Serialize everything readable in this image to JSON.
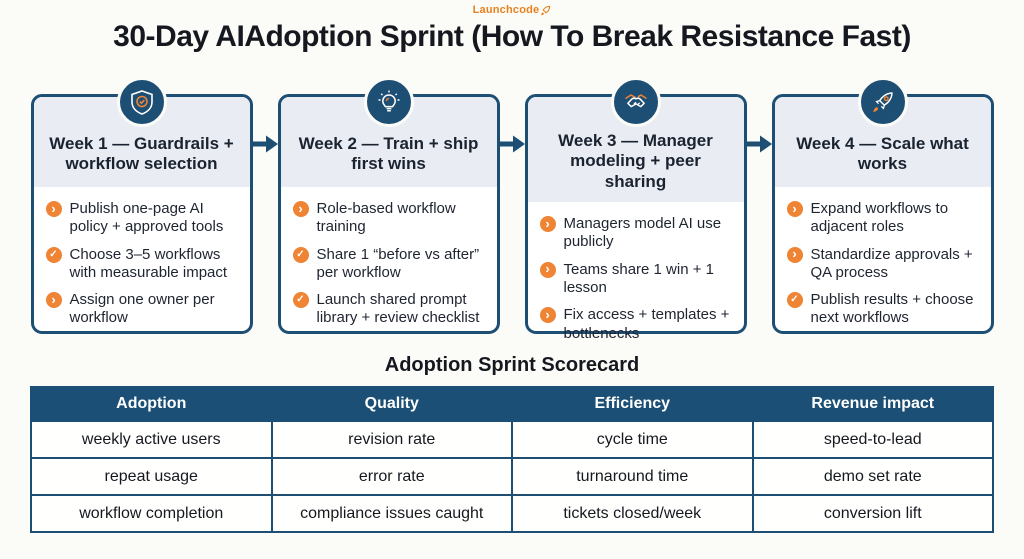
{
  "brand": {
    "logo_text": "Launchcode"
  },
  "title": "30-Day AIAdoption Sprint (How To Break Resistance Fast)",
  "colors": {
    "navy": "#1d4e74",
    "orange": "#ee8434",
    "logo_orange": "#e8821e",
    "card_header_bg": "#e9edf3",
    "table_header_bg": "#1c4f75"
  },
  "weeks": [
    {
      "icon": "shield-check-icon",
      "title": "Week 1 — Guardrails + workflow selection",
      "items": [
        {
          "bullet": "chevron",
          "text": "Publish one-page AI policy + approved tools"
        },
        {
          "bullet": "check",
          "text": "Choose 3–5 workflows with measurable impact"
        },
        {
          "bullet": "chevron",
          "text": "Assign one owner per workflow"
        }
      ]
    },
    {
      "icon": "lightbulb-icon",
      "title": "Week 2 — Train + ship first wins",
      "items": [
        {
          "bullet": "chevron",
          "text": "Role-based workflow training"
        },
        {
          "bullet": "check",
          "text": "Share 1 “before vs after” per workflow"
        },
        {
          "bullet": "check",
          "text": "Launch shared prompt library + review checklist"
        }
      ]
    },
    {
      "icon": "handshake-icon",
      "title": "Week 3 — Manager modeling + peer sharing",
      "items": [
        {
          "bullet": "chevron",
          "text": "Managers model AI use publicly"
        },
        {
          "bullet": "chevron",
          "text": "Teams share 1 win + 1 lesson"
        },
        {
          "bullet": "chevron",
          "text": "Fix access + templates + bottlenecks"
        }
      ]
    },
    {
      "icon": "rocket-icon",
      "title": "Week 4 — Scale what works",
      "items": [
        {
          "bullet": "chevron",
          "text": "Expand workflows to adjacent roles"
        },
        {
          "bullet": "chevron",
          "text": "Standardize approvals + QA process"
        },
        {
          "bullet": "check",
          "text": "Publish results + choose next workflows"
        }
      ]
    }
  ],
  "scorecard": {
    "title": "Adoption Sprint Scorecard",
    "columns": [
      "Adoption",
      "Quality",
      "Efficiency",
      "Revenue impact"
    ],
    "rows": [
      [
        "weekly active users",
        "revision rate",
        "cycle time",
        "speed-to-lead"
      ],
      [
        "repeat usage",
        "error rate",
        "turnaround time",
        "demo set rate"
      ],
      [
        "workflow completion",
        "compliance issues caught",
        "tickets closed/week",
        "conversion lift"
      ]
    ]
  }
}
